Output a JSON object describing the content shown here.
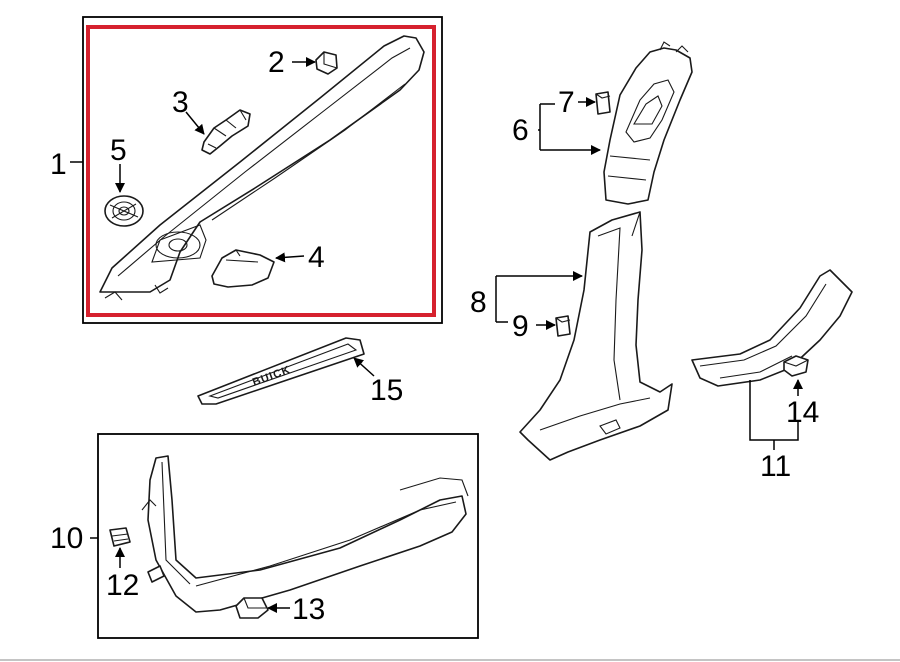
{
  "diagram": {
    "highlight_color": "#d6212e",
    "callouts": [
      "1",
      "2",
      "3",
      "4",
      "5",
      "6",
      "7",
      "8",
      "9",
      "10",
      "11",
      "12",
      "13",
      "14",
      "15"
    ],
    "sill_plate_lettering": "BUICK"
  }
}
